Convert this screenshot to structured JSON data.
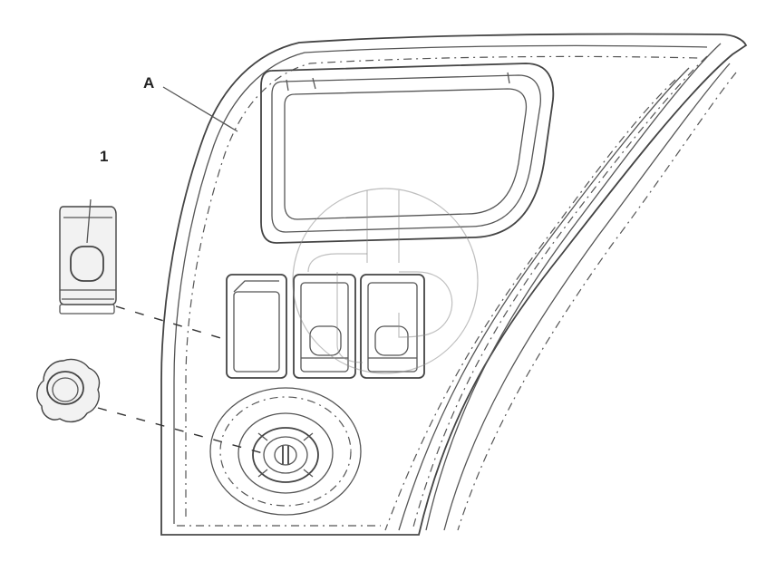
{
  "callouts": {
    "panel_label": "A",
    "switch_label": "1"
  },
  "colors": {
    "line": "#555555",
    "background": "#ffffff",
    "watermark": "#8a8a8a"
  },
  "icons": [
    "watermark-logo"
  ]
}
